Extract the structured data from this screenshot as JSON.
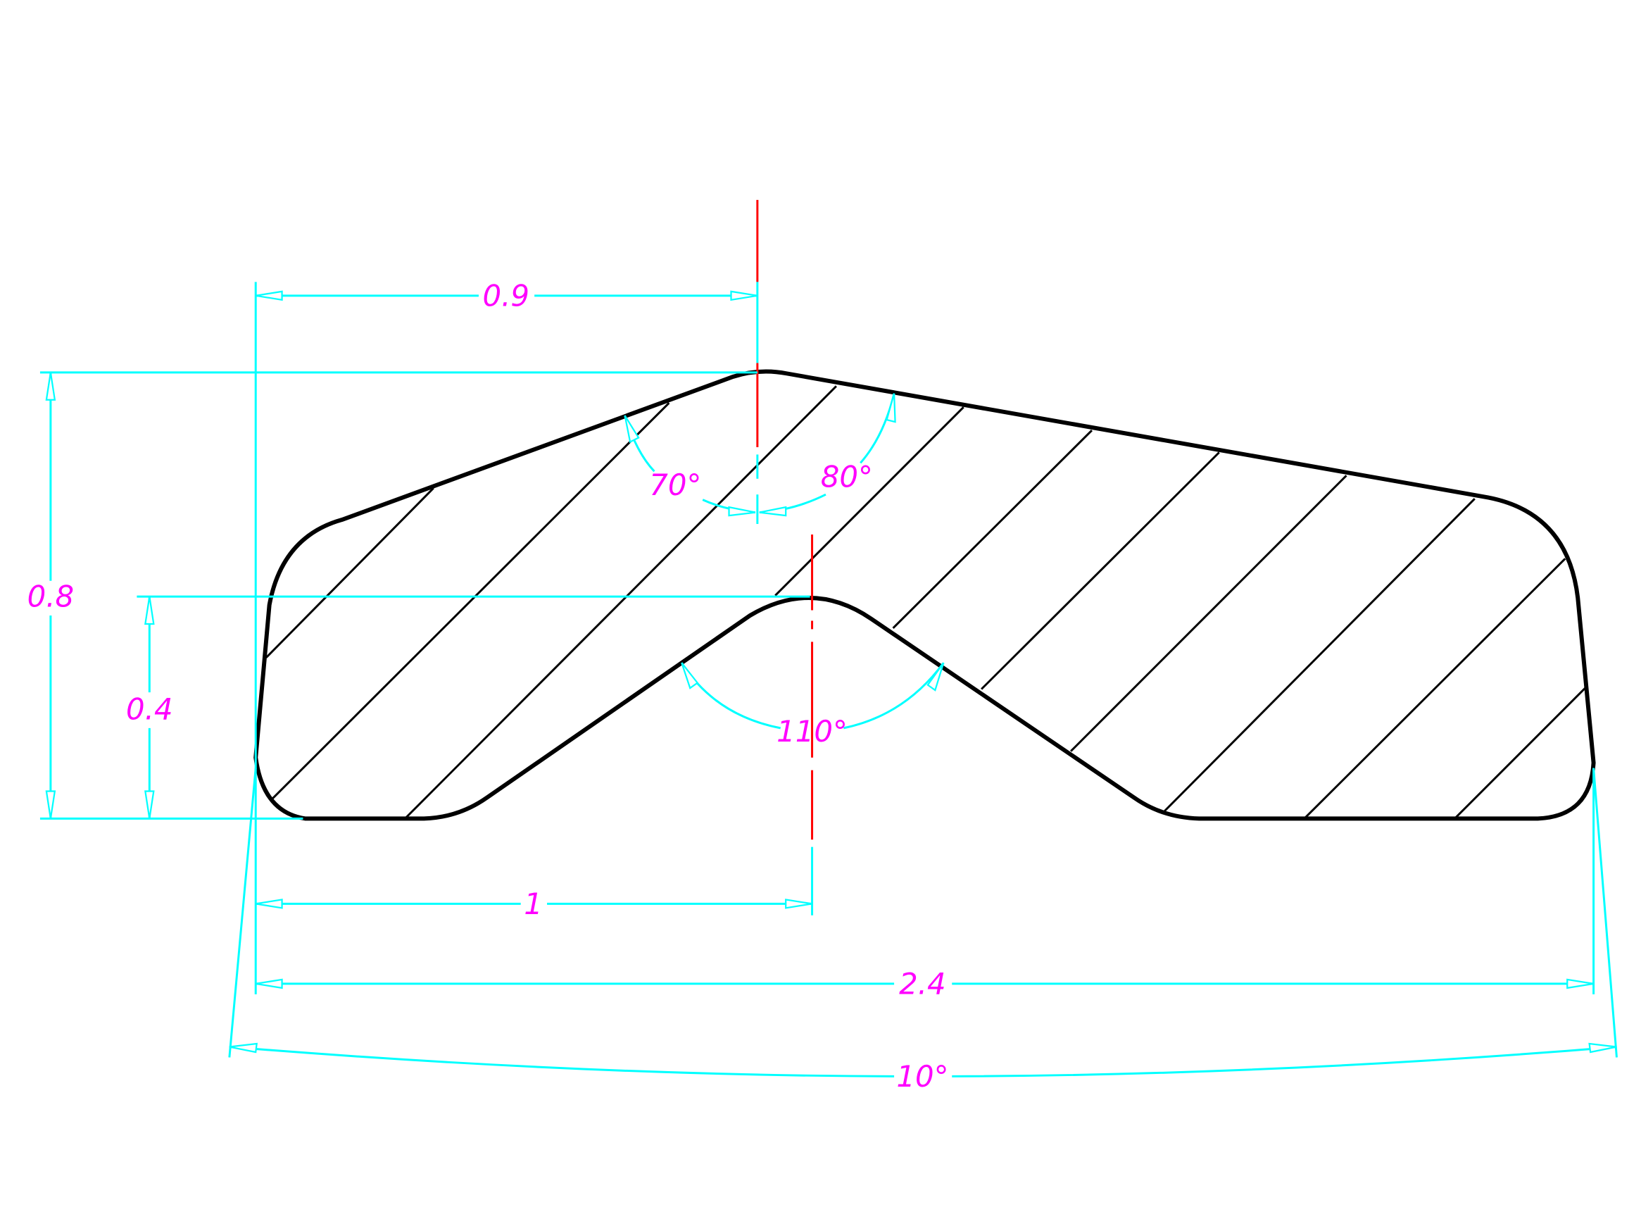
{
  "colors": {
    "outline": "#000000",
    "dimension": "#00FFFF",
    "text": "#FF00FF",
    "centerline": "#FF0000",
    "background": "#FFFFFF"
  },
  "dimensions": {
    "top_offset": "0.9",
    "total_height": "0.8",
    "notch_height": "0.4",
    "notch_offset": "1",
    "total_width": "2.4",
    "side_taper_angle": "10°",
    "left_peak_angle": "70°",
    "right_peak_angle": "80°",
    "notch_angle": "110°"
  }
}
